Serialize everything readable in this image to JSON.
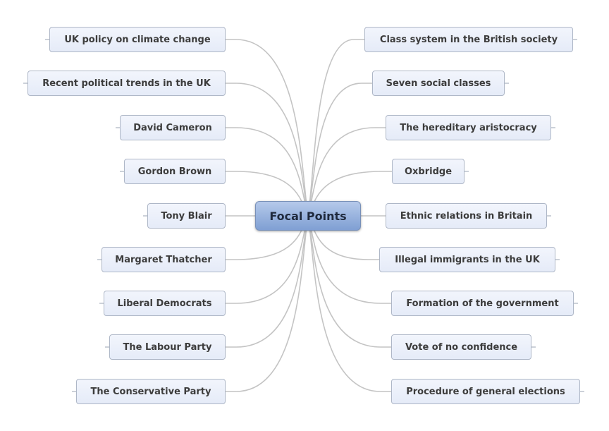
{
  "central_topic": "Focal Points",
  "left_topics": [
    "UK policy on climate change",
    "Recent political trends in the UK",
    "David Cameron",
    "Gordon Brown",
    "Tony Blair",
    "Margaret Thatcher",
    "Liberal Democrats",
    "The Labour Party",
    "The Conservative Party"
  ],
  "right_topics": [
    "Class system in the British society",
    "Seven social classes",
    "The hereditary aristocracy",
    "Oxbridge",
    "Ethnic relations in Britain",
    "Illegal immigrants in the UK",
    "Formation of the government",
    "Vote of no confidence",
    "Procedure of general elections"
  ],
  "colors": {
    "connector": "#c4c4c4",
    "node_fill": "#e9eef9",
    "node_border": "#aeb7c7",
    "center_fill": "#93b0e0",
    "text": "#3c3c3c"
  }
}
